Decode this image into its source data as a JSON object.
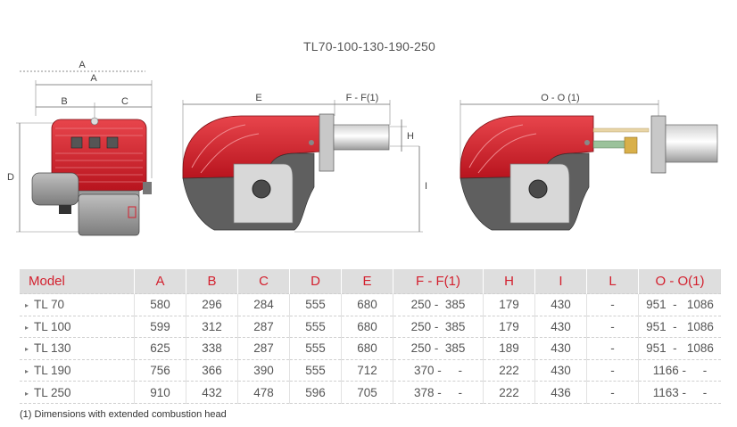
{
  "title": "TL70-100-130-190-250",
  "drawing_labels": {
    "a_outer": "A",
    "a_inner": "A",
    "b": "B",
    "c": "C",
    "d": "D",
    "e": "E",
    "f": "F - F(1)",
    "h": "H",
    "i": "I",
    "o": "O - O (1)"
  },
  "table": {
    "headers": [
      "Model",
      "A",
      "B",
      "C",
      "D",
      "E",
      "F - F(1)",
      "H",
      "I",
      "L",
      "O - O(1)"
    ],
    "rows": [
      [
        "TL 70",
        "580",
        "296",
        "284",
        "555",
        "680",
        "250 -  385",
        "179",
        "430",
        "-",
        "951  -   1086"
      ],
      [
        "TL 100",
        "599",
        "312",
        "287",
        "555",
        "680",
        "250 -  385",
        "179",
        "430",
        "-",
        "951  -   1086"
      ],
      [
        "TL 130",
        "625",
        "338",
        "287",
        "555",
        "680",
        "250 -  385",
        "189",
        "430",
        "-",
        "951  -   1086"
      ],
      [
        "TL 190",
        "756",
        "366",
        "390",
        "555",
        "712",
        "370 -     -",
        "222",
        "430",
        "-",
        "1166 -     -"
      ],
      [
        "TL 250",
        "910",
        "432",
        "478",
        "596",
        "705",
        "378 -     -",
        "222",
        "436",
        "-",
        "1163 -     -"
      ]
    ]
  },
  "footnote": "(1) Dimensions with extended combustion head",
  "colors": {
    "accent": "#d3202e",
    "header_bg": "#dedede"
  }
}
